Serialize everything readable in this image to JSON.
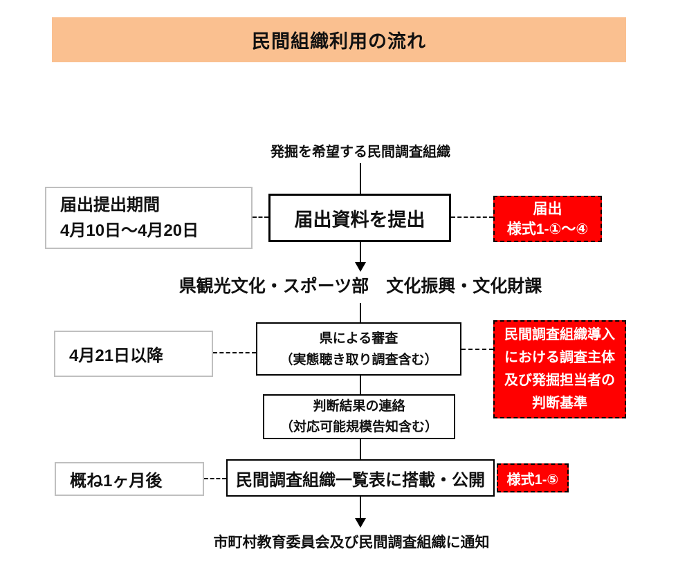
{
  "title": "民間組織利用の流れ",
  "flow": {
    "start": "発掘を希望する民間調査組織",
    "step1": {
      "note": [
        "届出提出期間",
        "4月10日～4月20日"
      ],
      "action": "届出資料を提出",
      "badge": [
        "届出",
        "様式1-①～④"
      ]
    },
    "department": "県観光文化・スポーツ部　文化振興・文化財課",
    "step2": {
      "note": "4月21日以降",
      "action": [
        "県による審査",
        "（実態聴き取り調査含む）"
      ],
      "badge": [
        "民間調査組織導入",
        "における調査主体",
        "及び発掘担当者の",
        "判断基準"
      ]
    },
    "step3": {
      "action": [
        "判断結果の連絡",
        "（対応可能規模告知含む）"
      ]
    },
    "step4": {
      "note": "概ね1ヶ月後",
      "action": "民間調査組織一覧表に搭載・公開",
      "badge": "様式1-⑤"
    },
    "end": "市町村教育委員会及び民間調査組織に通知"
  },
  "colors": {
    "banner_bg": "#FAC090",
    "badge_bg": "#FF0000",
    "badge_text": "#FFFFFF",
    "note_border": "#BFBFBF",
    "line": "#000000"
  }
}
